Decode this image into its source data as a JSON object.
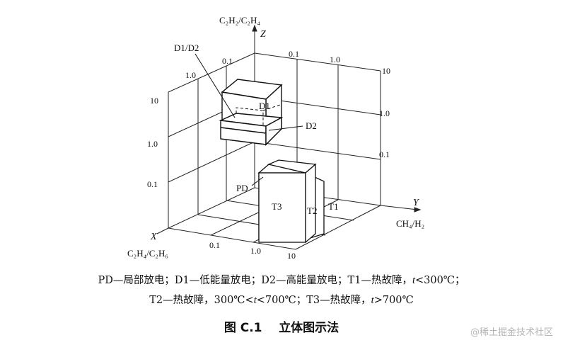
{
  "axes": {
    "z_title": "C₂H₂/C₂H₄",
    "z_var": "Z",
    "x_title": "C₂H₄/C₂H₆",
    "x_var": "X",
    "y_title": "CH₄/H₂",
    "y_var": "Y",
    "x_ticks": [
      "0.1",
      "1.0",
      "10"
    ],
    "y_ticks_top": [
      "0.1",
      "1.0",
      "10"
    ],
    "z_ticks_left": [
      "10",
      "1.0",
      "0.1"
    ],
    "z_ticks_right": [
      "10",
      "1.0",
      "0.1"
    ],
    "top_left_ticks": [
      "0.1",
      "1.0"
    ]
  },
  "regions": {
    "d1d2": "D1/D2",
    "d1": "D1",
    "d2": "D2",
    "pd": "PD",
    "t1": "T1",
    "t2": "T2",
    "t3": "T3"
  },
  "legend": {
    "line1_a": "PD—局部放电；D1—低能量放电；D2—高能量放电；T1—热故障，",
    "line1_var": "t",
    "line1_b": "<300℃；",
    "line2_a": "T2—热故障，300℃<",
    "line2_var": "t",
    "line2_b": "<700℃；T3—热故障，",
    "line2_var2": "t",
    "line2_c": ">700℃"
  },
  "caption": {
    "number": "图 C.1",
    "title": "立体图示法"
  },
  "watermark": "@稀土掘金技术社区"
}
